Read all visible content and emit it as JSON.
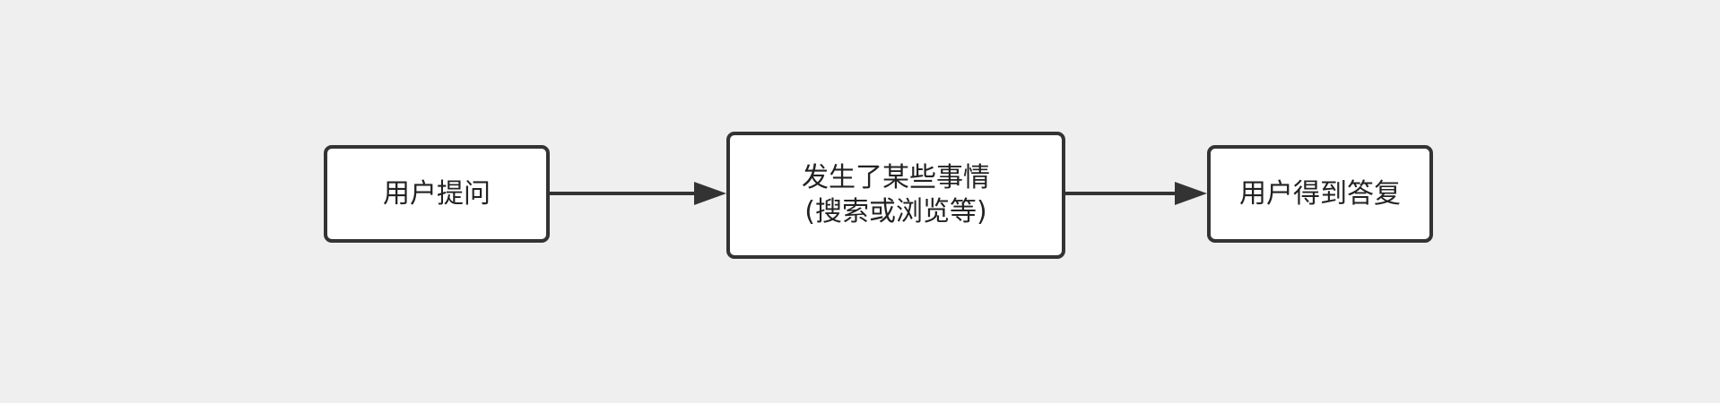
{
  "diagram": {
    "nodes": [
      {
        "id": "ask",
        "lines": [
          "用户提问"
        ]
      },
      {
        "id": "process",
        "lines": [
          "发生了某些事情",
          "(搜索或浏览等)"
        ]
      },
      {
        "id": "answer",
        "lines": [
          "用户得到答复"
        ]
      }
    ],
    "edges": [
      {
        "from": "ask",
        "to": "process"
      },
      {
        "from": "process",
        "to": "answer"
      }
    ],
    "colors": {
      "background": "#efefef",
      "node_fill": "#ffffff",
      "stroke": "#333333",
      "text": "#222222"
    }
  }
}
